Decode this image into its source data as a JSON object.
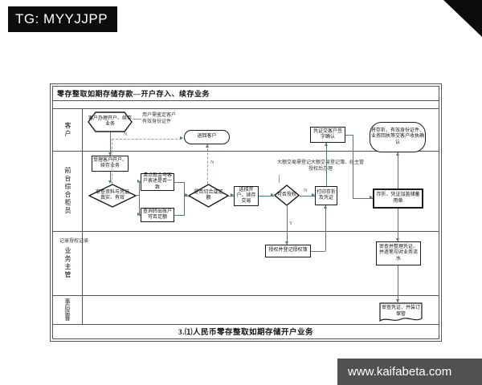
{
  "overlay": {
    "tag": "TG: MYYJJPP",
    "watermark": "www.kaifabeta.com"
  },
  "diagram": {
    "title": "零存整取如期存储存款—开户存入、续存业务",
    "caption": "3.⑴人民币零存整取如期存储开户业务",
    "lanes": [
      {
        "label": "客户"
      },
      {
        "label": "前台综合柜员"
      },
      {
        "label": "业务主管"
      },
      {
        "label": "事后监督"
      }
    ],
    "nodes": {
      "start_hex": "客户办理开户、续存业务",
      "note_identity": "用户需鉴定客户有效身份证件",
      "return_customer": "退回客户",
      "sign_confirm": "凭证交客户签字确认",
      "hand_over": "将存折、有效身份证件、业务回执等交客户收执确认",
      "accept": "受理客户开户、续存业务",
      "check_docs": "审查资料与凭证真实、有效",
      "count_cash": "清点现金与客户表述是否一致",
      "query_account": "查询转出账户可否足额",
      "match_enough": "是否切合或足额",
      "select_txn": "选择开户、续存交易",
      "need_auth": "可否授权",
      "note_large": "大额交易需登记大额交易登记簿、经主管授权后办理",
      "print_passbook": "打印存折及凭证",
      "stamp": "存折、凭证加盖储蓄用章",
      "authorize": "授权并登记授权簿",
      "auth_note": "记录授权记录",
      "review_vouchers": "审查并整理凭证、并逐笔勾对业务流水",
      "archive": "审查凭证、并装订保管"
    },
    "branch_labels": {
      "d1_no": "N",
      "d2_no": "N",
      "d3_no": "N",
      "d3_yes": "Y"
    }
  }
}
